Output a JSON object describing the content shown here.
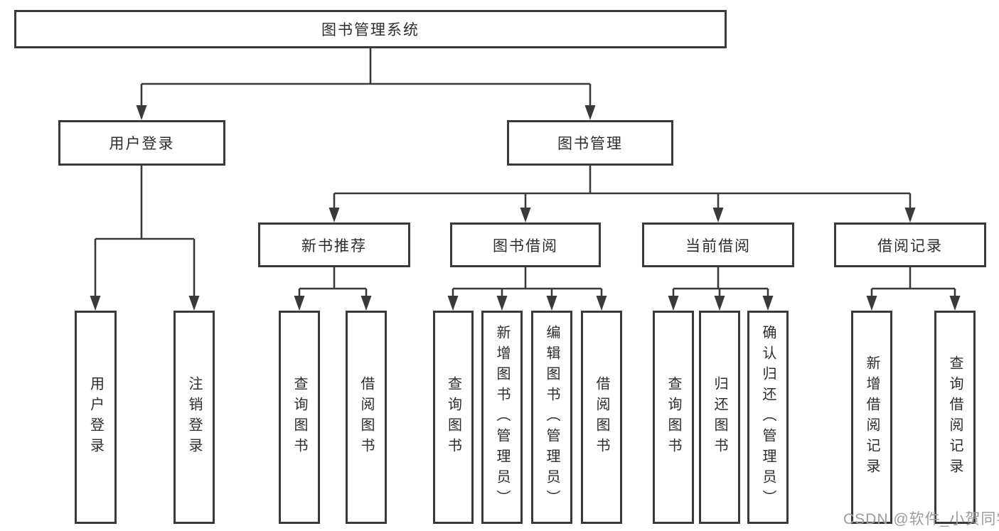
{
  "diagram": {
    "colors": {
      "line": "#3a3a3a",
      "text": "#2d2d2d",
      "watermark": "#9c9c9c",
      "background": "#ffffff"
    },
    "watermark": "CSDN @软件_小贺同学",
    "nodes": {
      "root": {
        "label": "图书管理系统"
      },
      "level2": [
        {
          "label": "用户登录"
        },
        {
          "label": "图书管理"
        }
      ],
      "level3": [
        {
          "label": "新书推荐"
        },
        {
          "label": "图书借阅"
        },
        {
          "label": "当前借阅"
        },
        {
          "label": "借阅记录"
        }
      ],
      "leaves": [
        {
          "label": "用户登录"
        },
        {
          "label": "注销登录"
        },
        {
          "label": "查询图书"
        },
        {
          "label": "借阅图书"
        },
        {
          "label": "查询图书"
        },
        {
          "label": "新增图书（管理员）"
        },
        {
          "label": "编辑图书（管理员）"
        },
        {
          "label": "借阅图书"
        },
        {
          "label": "查询图书"
        },
        {
          "label": "归还图书"
        },
        {
          "label": "确认归还（管理员）"
        },
        {
          "label": "新增借阅记录"
        },
        {
          "label": "查询借阅记录"
        }
      ]
    },
    "hierarchy": {
      "图书管理系统": [
        "用户登录",
        "图书管理"
      ],
      "用户登录": [
        "用户登录",
        "注销登录"
      ],
      "图书管理": [
        "新书推荐",
        "图书借阅",
        "当前借阅",
        "借阅记录"
      ],
      "新书推荐": [
        "查询图书",
        "借阅图书"
      ],
      "图书借阅": [
        "查询图书",
        "新增图书（管理员）",
        "编辑图书（管理员）",
        "借阅图书"
      ],
      "当前借阅": [
        "查询图书",
        "归还图书",
        "确认归还（管理员）"
      ],
      "借阅记录": [
        "新增借阅记录",
        "查询借阅记录"
      ]
    }
  }
}
